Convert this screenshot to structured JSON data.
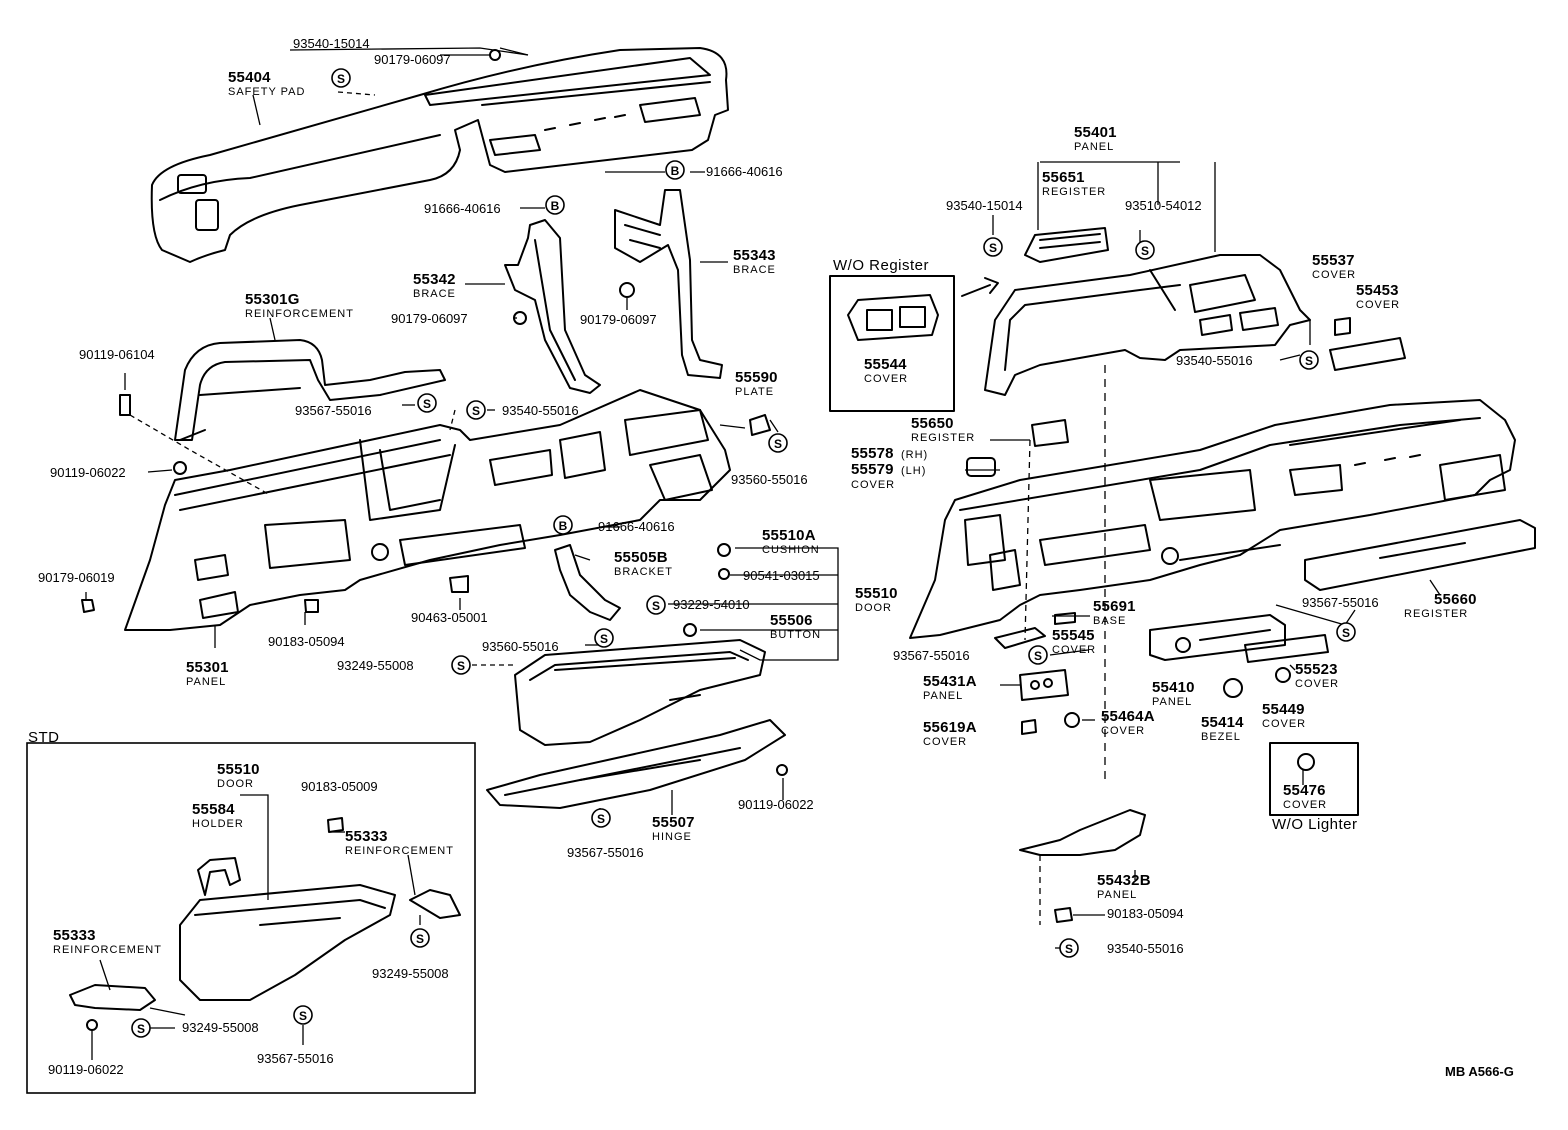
{
  "sections": {
    "std": "STD",
    "wo_register": "W/O  Register",
    "wo_lighter": "W/O  Lighter"
  },
  "symbols": {
    "s": "S",
    "b": "B"
  },
  "drawing_code": "MB  A566-G",
  "parts": [
    {
      "no": "55404",
      "name": "SAFETY PAD"
    },
    {
      "no": "55301G",
      "name": "REINFORCEMENT"
    },
    {
      "no": "55342",
      "name": "BRACE"
    },
    {
      "no": "55343",
      "name": "BRACE"
    },
    {
      "no": "55590",
      "name": "PLATE"
    },
    {
      "no": "55301",
      "name": "PANEL"
    },
    {
      "no": "55505B",
      "name": "BRACKET"
    },
    {
      "no": "55510A",
      "name": "CUSHION"
    },
    {
      "no": "55510",
      "name": "DOOR"
    },
    {
      "no": "55506",
      "name": "BUTTON"
    },
    {
      "no": "55507",
      "name": "HINGE"
    },
    {
      "no": "55510",
      "name": "DOOR"
    },
    {
      "no": "55584",
      "name": "HOLDER"
    },
    {
      "no": "55333",
      "name": "REINFORCEMENT"
    },
    {
      "no": "55333",
      "name": "REINFORCEMENT"
    },
    {
      "no": "55401",
      "name": "PANEL"
    },
    {
      "no": "55651",
      "name": "REGISTER"
    },
    {
      "no": "55544",
      "name": "COVER"
    },
    {
      "no": "55537",
      "name": "COVER"
    },
    {
      "no": "55453",
      "name": "COVER"
    },
    {
      "no": "55650",
      "name": "REGISTER"
    },
    {
      "no": "55578",
      "name": "(RH)"
    },
    {
      "no": "55579",
      "name": "(LH)"
    },
    {
      "no": "",
      "name": "COVER"
    },
    {
      "no": "55691",
      "name": "BASE"
    },
    {
      "no": "55545",
      "name": "COVER"
    },
    {
      "no": "55431A",
      "name": "PANEL"
    },
    {
      "no": "55619A",
      "name": "COVER"
    },
    {
      "no": "55464A",
      "name": "COVER"
    },
    {
      "no": "55410",
      "name": "PANEL"
    },
    {
      "no": "55414",
      "name": "BEZEL"
    },
    {
      "no": "55523",
      "name": "COVER"
    },
    {
      "no": "55449",
      "name": "COVER"
    },
    {
      "no": "55660",
      "name": "REGISTER"
    },
    {
      "no": "55476",
      "name": "COVER"
    },
    {
      "no": "55432B",
      "name": "PANEL"
    }
  ],
  "refs": [
    "93540-15014",
    "90179-06097",
    "91666-40616",
    "91666-40616",
    "90179-06097",
    "90179-06097",
    "90119-06104",
    "93567-55016",
    "93540-55016",
    "90119-06022",
    "93560-55016",
    "90179-06019",
    "90183-05094",
    "90463-05001",
    "91666-40616",
    "90541-03015",
    "93229-54010",
    "93560-55016",
    "93249-55008",
    "93567-55016",
    "90119-06022",
    "90183-05009",
    "93249-55008",
    "93249-55008",
    "90119-06022",
    "93567-55016",
    "93540-15014",
    "93510-54012",
    "93540-55016",
    "93567-55016",
    "93567-55016",
    "90183-05094",
    "93540-55016"
  ]
}
